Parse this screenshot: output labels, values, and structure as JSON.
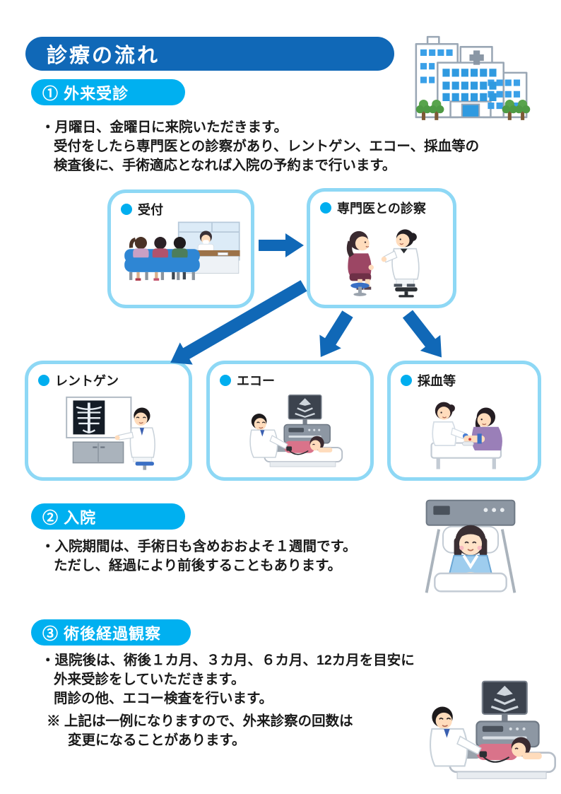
{
  "page_title": "診療の流れ",
  "colors": {
    "title_banner": "#1068b7",
    "section_banner": "#00b0f0",
    "box_border": "#8ed8f5",
    "bullet": "#00aeef",
    "arrow": "#1068b7",
    "text": "#1a1a1a"
  },
  "sections": {
    "outpatient": {
      "heading": "① 外来受診",
      "lines": [
        "・月曜日、金曜日に来院いただきます。",
        "受付をしたら専門医との診察があり、レントゲン、エコー、採血等の",
        "検査後に、手術適応となれば入院の予約まで行います。"
      ]
    },
    "hospitalization": {
      "heading": "② 入院",
      "lines": [
        "・入院期間は、手術日も含めおおよそ１週間です。",
        "ただし、経過により前後することもあります。"
      ]
    },
    "followup": {
      "heading": "③ 術後経過観察",
      "lines": [
        "・退院後は、術後１カ月、３カ月、６カ月、12カ月を目安に",
        "外来受診をしていただきます。",
        "問診の他、エコー検査を行います。"
      ],
      "note_lines": [
        "※ 上記は一例になりますので、外来診察の回数は",
        "変更になることがあります。"
      ]
    }
  },
  "flowchart": {
    "nodes": [
      {
        "label": "受付"
      },
      {
        "label": "専門医との診察"
      },
      {
        "label": "レントゲン"
      },
      {
        "label": "エコー"
      },
      {
        "label": "採血等"
      }
    ]
  },
  "illustrations": [
    "hospital-illustration",
    "reception-illustration",
    "consultation-illustration",
    "xray-illustration",
    "echo-illustration",
    "blood-draw-illustration",
    "hospital-bed-illustration",
    "postop-echo-illustration"
  ]
}
